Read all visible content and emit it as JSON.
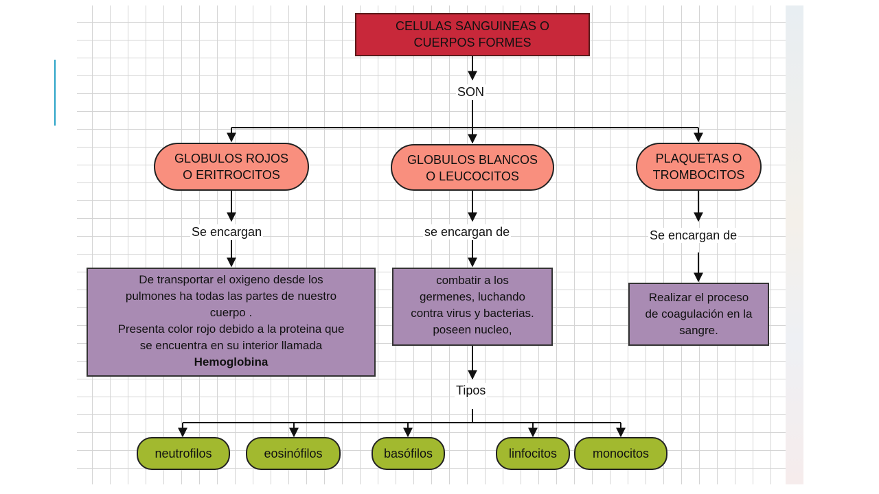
{
  "root": {
    "line1": "CELULAS SANGUINEAS  O",
    "line2": "CUERPOS FORMES"
  },
  "connector_son": "SON",
  "categories": [
    {
      "line1": "GLOBULOS ROJOS",
      "line2": "O ERITROCITOS",
      "connector": "Se encargan",
      "description": [
        "De transportar el oxigeno desde los",
        "pulmones ha todas las partes de nuestro",
        "cuerpo .",
        "Presenta color rojo debido a la proteina que",
        "se encuentra en su interior llamada"
      ],
      "emphasis": "Hemoglobina"
    },
    {
      "line1": "GLOBULOS BLANCOS",
      "line2": "O LEUCOCITOS",
      "connector": "se encargan de",
      "description": [
        "combatir a los",
        "germenes, luchando",
        "contra virus y bacterias.",
        "poseen nucleo,"
      ],
      "types_label": "Tipos"
    },
    {
      "line1": "PLAQUETAS  O",
      "line2": "TROMBOCITOS",
      "connector": "Se encargan de",
      "description": [
        "Realizar el proceso",
        "de coagulación en la",
        "sangre."
      ]
    }
  ],
  "types": [
    "neutrofilos",
    "eosinófilos",
    "basófilos",
    "linfocitos",
    "monocitos"
  ],
  "colors": {
    "root_fill": "#c8283a",
    "category_fill": "#f98f7e",
    "description_fill": "#a98bb3",
    "type_fill": "#a2b92f",
    "accent": "#2aa3c7"
  }
}
